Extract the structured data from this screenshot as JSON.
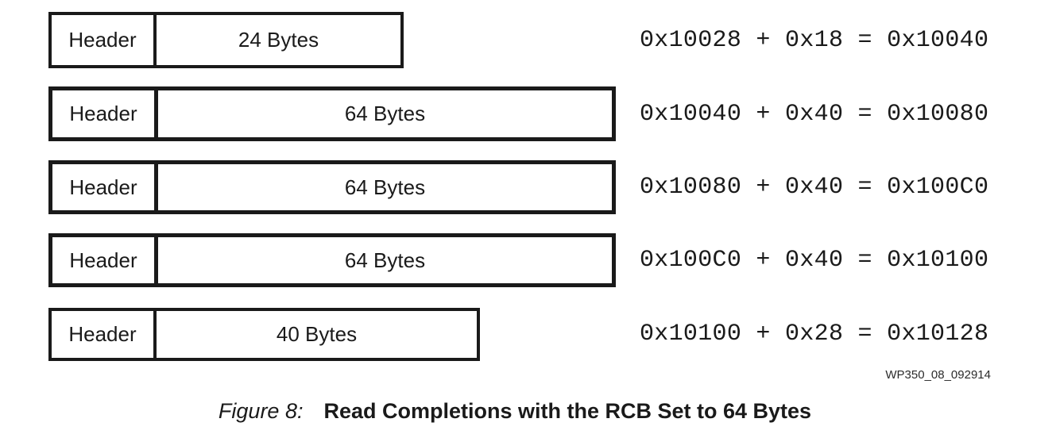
{
  "figure": {
    "rows": [
      {
        "header_label": "Header",
        "size_label": "24 Bytes",
        "equation": "0x10028 + 0x18 = 0x10040"
      },
      {
        "header_label": "Header",
        "size_label": "64 Bytes",
        "equation": "0x10040 + 0x40 = 0x10080"
      },
      {
        "header_label": "Header",
        "size_label": "64 Bytes",
        "equation": "0x10080 + 0x40 = 0x100C0"
      },
      {
        "header_label": "Header",
        "size_label": "64 Bytes",
        "equation": "0x100C0 + 0x40 = 0x10100"
      },
      {
        "header_label": "Header",
        "size_label": "40 Bytes",
        "equation": "0x10100 + 0x28 = 0x10128"
      }
    ],
    "watermark": "WP350_08_092914",
    "caption": {
      "label": "Figure 8:",
      "title": "Read Completions with the RCB Set to 64 Bytes"
    },
    "colors": {
      "line": "#1a1a1a",
      "text": "#1a1a1a",
      "background": "#ffffff"
    }
  }
}
